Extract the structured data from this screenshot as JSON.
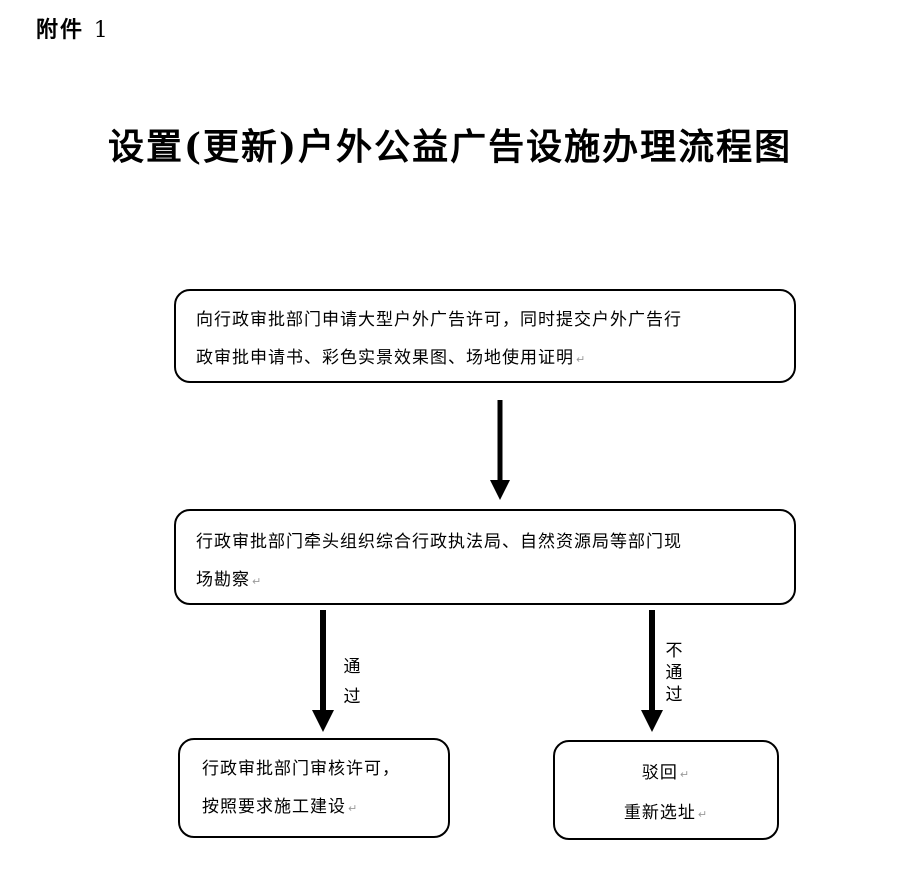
{
  "header": {
    "attachment_label": "附件",
    "attachment_number": "1"
  },
  "page_title": "设置(更新)户外公益广告设施办理流程图",
  "flowchart": {
    "step1": {
      "line1": "向行政审批部门申请大型户外广告许可，同时提交户外广告行",
      "line2": "政审批申请书、彩色实景效果图、场地使用证明"
    },
    "step2": {
      "line1": "行政审批部门牵头组织综合行政执法局、自然资源局等部门现",
      "line2": "场勘察"
    },
    "approved": {
      "line1": "行政审批部门审核许可，",
      "line2": "按照要求施工建设"
    },
    "rejected": {
      "line1": "驳回",
      "line2": "重新选址"
    },
    "edge_pass_label": [
      "通",
      "过"
    ],
    "edge_fail_label": [
      "不",
      "通",
      "过"
    ],
    "paragraph_mark": "↵"
  },
  "colors": {
    "ink": "#000000",
    "background": "#ffffff",
    "paragraph_mark": "#9a9a9a"
  }
}
